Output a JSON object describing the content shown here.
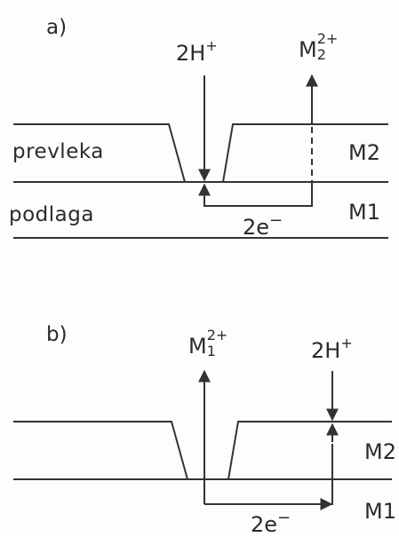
{
  "panel_a": {
    "label": "a)",
    "coating_label": "prevleka",
    "substrate_label": "podlaga",
    "ion_in": {
      "base": "2H",
      "charge": "+"
    },
    "ion_out": {
      "base": "M",
      "sub": "2",
      "charge": "2+"
    },
    "electron": {
      "base": "2e",
      "charge": "−"
    },
    "layer_top": {
      "base": "M",
      "sub": "2"
    },
    "layer_bottom": {
      "base": "M",
      "sub": "1"
    }
  },
  "panel_b": {
    "label": "b)",
    "ion_out": {
      "base": "M",
      "sub": "1",
      "charge": "2+"
    },
    "ion_in": {
      "base": "2H",
      "charge": "+"
    },
    "electron": {
      "base": "2e",
      "charge": "−"
    },
    "layer_top": {
      "base": "M",
      "sub": "2"
    },
    "layer_bottom": {
      "base": "M",
      "sub": "1"
    }
  },
  "colors": {
    "ink": "#2b2b2b",
    "paper": "#fdfdfb"
  }
}
